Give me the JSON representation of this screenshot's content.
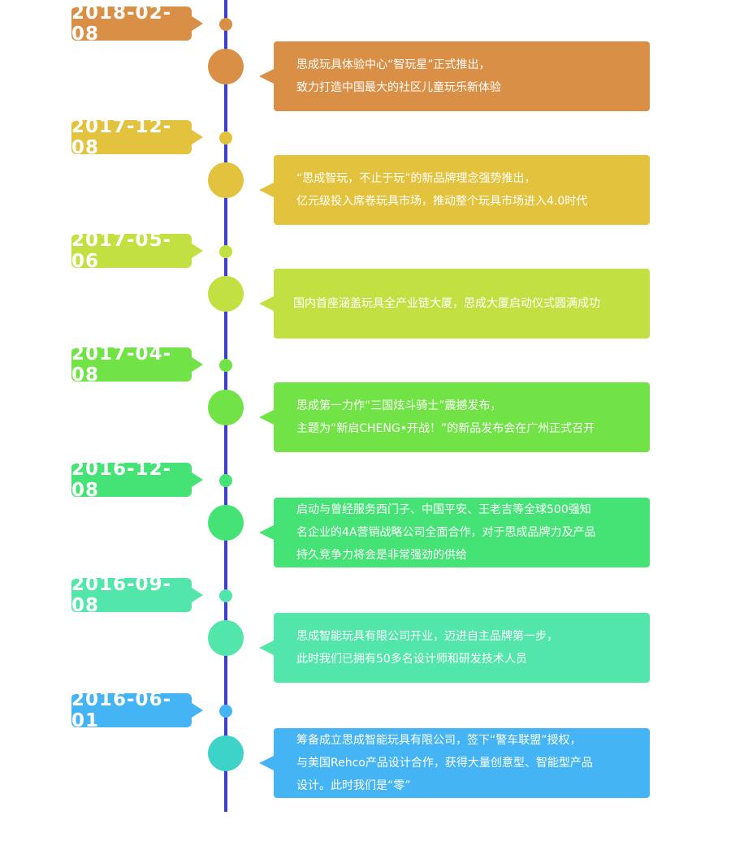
{
  "colors": {
    "timeline": "#3b3fc9",
    "entries": [
      "#d98f45",
      "#e3c23d",
      "#c2e041",
      "#71e346",
      "#45e376",
      "#52e6aa",
      "#45b4f5"
    ],
    "large_dots": [
      "#d98f45",
      "#e3c23d",
      "#c2e041",
      "#71e346",
      "#45e376",
      "#52e6aa",
      "#3dd3c8"
    ]
  },
  "timeline": [
    {
      "date": "2018-02-08",
      "lines": [
        "思成玩具体验中心“智玩星”正式推出，",
        "致力打造中国最大的社区儿童玩乐新体验"
      ]
    },
    {
      "date": "2017-12-08",
      "lines": [
        "“思成智玩，不止于玩”的新品牌理念强势推出，",
        "亿元级投入席卷玩具市场，推动整个玩具市场进入4.0时代"
      ]
    },
    {
      "date": "2017-05-06",
      "lines": [
        "国内首座涵盖玩具全产业链大厦，思成大厦启动仪式圆满成功"
      ]
    },
    {
      "date": "2017-04-08",
      "lines": [
        "思成第一力作“三国炫斗骑士”震撼发布，",
        "主题为“新启CHENG•开战！”的新品发布会在广州正式召开"
      ]
    },
    {
      "date": "2016-12-08",
      "lines": [
        "启动与曾经服务西门子、中国平安、王老吉等全球500强知",
        "名企业的4A营销战略公司全面合作，对于思成品牌力及产品",
        "持久竞争力将会是非常强劲的供给"
      ]
    },
    {
      "date": "2016-09-08",
      "lines": [
        "思成智能玩具有限公司开业，迈进自主品牌第一步，",
        "此时我们已拥有50多名设计师和研发技术人员"
      ]
    },
    {
      "date": "2016-06-01",
      "lines": [
        "筹备成立思成智能玩具有限公司，签下“警车联盟”授权，",
        "与美国Rehco产品设计合作，获得大量创意型、智能型产品",
        "设计。此时我们是“零”"
      ]
    }
  ]
}
